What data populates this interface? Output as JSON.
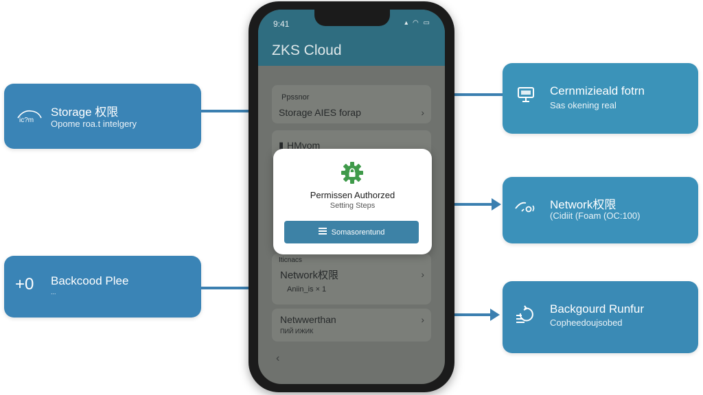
{
  "phone": {
    "status_time": "9:41",
    "status_icons": "▴ ◠ ▭",
    "app_title": "ZKS Cloud",
    "list": {
      "section1_header": "Ppssnor",
      "item_storage": "Storage AIES forap",
      "item_hmyom": "HMyom",
      "section2_header": "Iticnacs",
      "item_network": "Network权限",
      "item_network_sub": "Aniin_is × 1",
      "item_netwerthan": "Netwwerthan",
      "item_netwerthan_sub": "ПИЙ ИЖИК",
      "chevron": "›",
      "back": "‹"
    },
    "dialog": {
      "title": "Permissen Authorzed",
      "subtitle": "Setting Steps",
      "button_label": "Somasorentund"
    }
  },
  "callouts": {
    "storage": {
      "title": "Storage 权限",
      "subtitle": "Opome roa.t intelgery",
      "icon_text": "ic?m"
    },
    "background": {
      "title": "Backcood Plee",
      "subtitle": "...",
      "icon_text": "+0"
    },
    "connected": {
      "title": "Cernmizieald fotrn",
      "subtitle": "Sas okening real"
    },
    "network": {
      "title": "Network权限",
      "subtitle": "(Cidiit (Foam (OC:100)"
    },
    "bgrun": {
      "title": "Backgourd Runfur",
      "subtitle": "Copheedoujsobed"
    }
  },
  "colors": {
    "card": "#3a86b6",
    "arrow": "#3b7fb0",
    "app_header": "#2f6d80",
    "dialog_icon": "#3f9a4a",
    "dialog_button": "#3d82a6"
  }
}
